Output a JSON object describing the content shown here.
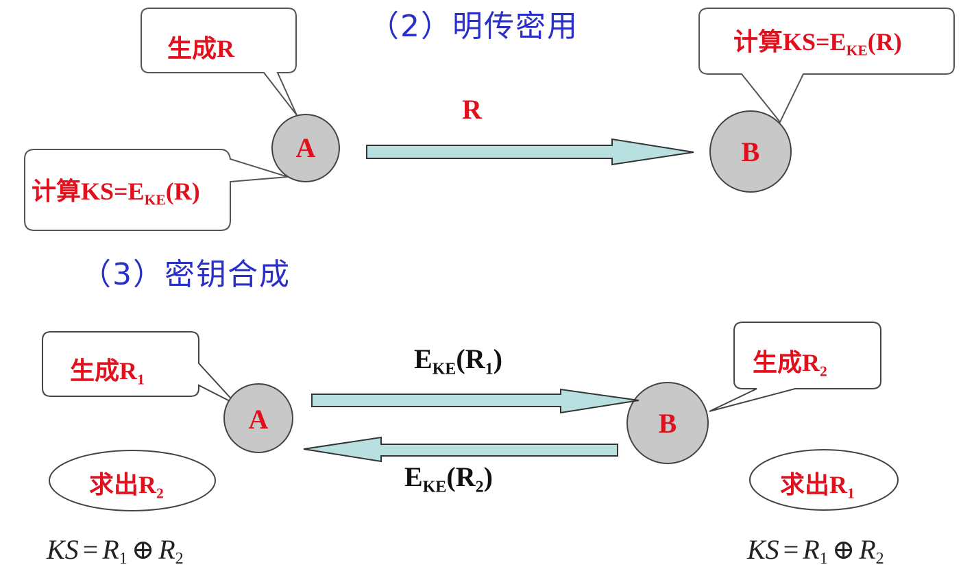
{
  "section2": {
    "heading": "（2）明传密用",
    "node_a": "A",
    "node_b": "B",
    "callout_a_top": {
      "prefix": "生成",
      "var": "R"
    },
    "callout_a_bottom": {
      "prefix": "计算KS=E",
      "sub": "KE",
      "suffix": "(R)"
    },
    "callout_b": {
      "prefix": "计算KS=E",
      "sub": "KE",
      "suffix": "(R)"
    },
    "arrow_label": "R",
    "arrow_direction": "A-to-B"
  },
  "section3": {
    "heading": "（3）密钥合成",
    "node_a": "A",
    "node_b": "B",
    "callout_a": {
      "prefix": "生成R",
      "sub": "1"
    },
    "callout_b": {
      "prefix": "生成R",
      "sub": "2"
    },
    "ellipse_a": {
      "prefix": "求出R",
      "sub": "2"
    },
    "ellipse_b": {
      "prefix": "求出R",
      "sub": "1"
    },
    "arrow_top_label": {
      "e": "E",
      "sub": "KE",
      "open": "(R",
      "rsub": "1",
      "close": ")"
    },
    "arrow_bottom_label": {
      "e": "E",
      "sub": "KE",
      "open": "(R",
      "rsub": "2",
      "close": ")"
    },
    "formula_left": {
      "lhs": "KS",
      "eq": "=",
      "r": "R",
      "sub1": "1",
      "op": "⊕",
      "sub2": "2"
    },
    "formula_right": {
      "lhs": "KS",
      "eq": "=",
      "r": "R",
      "sub1": "1",
      "op": "⊕",
      "sub2": "2"
    }
  },
  "colors": {
    "heading": "#2a2fc8",
    "label_red": "#e0101c",
    "node_fill": "#c8c8c8",
    "arrow_fill": "#b8e0e0",
    "outline": "#444444"
  }
}
